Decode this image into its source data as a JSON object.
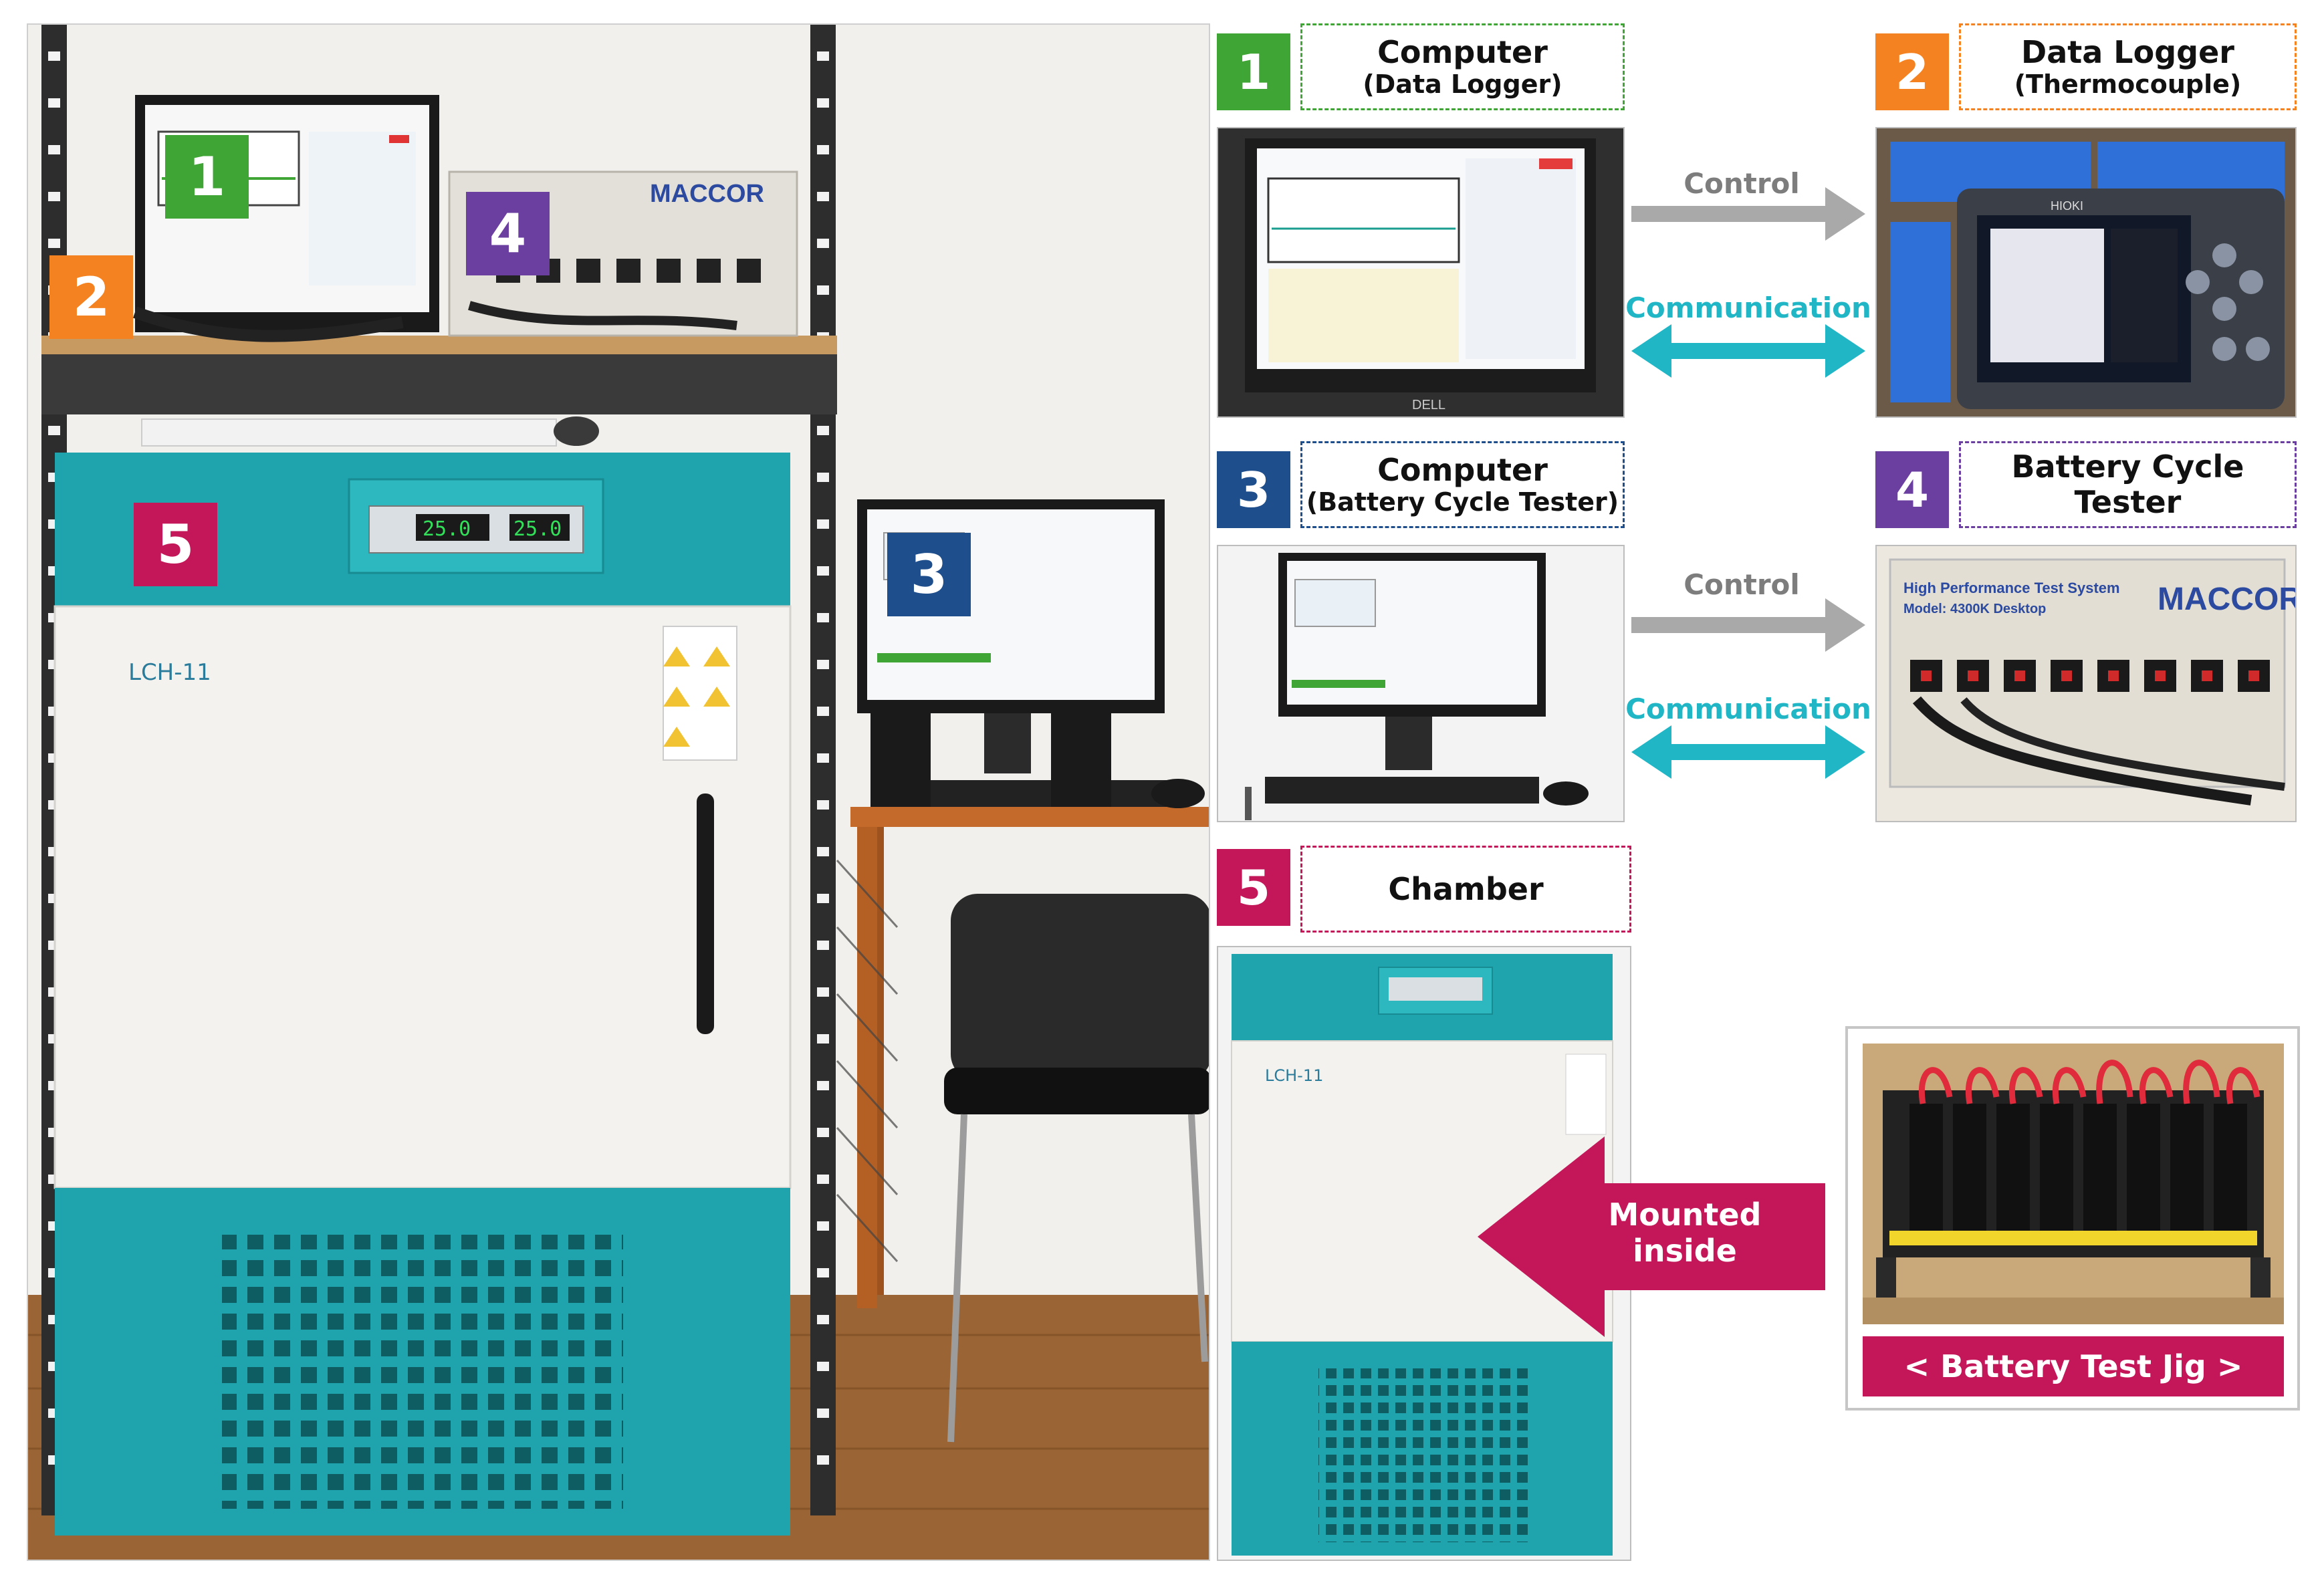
{
  "colors": {
    "green": "#3fa535",
    "orange": "#f58220",
    "navy": "#1f4e8c",
    "purple": "#6b3fa0",
    "crimson": "#c3175a",
    "teal": "#21b6c6",
    "gray_arrow": "#a9a9a9",
    "chamber_teal": "#1fa3ac"
  },
  "badges": [
    "1",
    "2",
    "3",
    "4",
    "5"
  ],
  "panels": {
    "p1": {
      "number": "1",
      "title": "Computer",
      "subtitle": "(Data Logger)"
    },
    "p2": {
      "number": "2",
      "title": "Data Logger",
      "subtitle": "(Thermocouple)"
    },
    "p3": {
      "number": "3",
      "title": "Computer",
      "subtitle": "(Battery Cycle Tester)"
    },
    "p4": {
      "number": "4",
      "title": "Battery Cycle Tester"
    },
    "p5": {
      "number": "5",
      "title": "Chamber"
    }
  },
  "arrows": {
    "top_control": "Control",
    "top_communication": "Communication",
    "mid_control": "Control",
    "mid_communication": "Communication",
    "mounted": "Mounted inside"
  },
  "jig_caption": "< Battery Test Jig >",
  "photo_text": {
    "chamber_model": "LCH-11",
    "chamber_display_1": "25.0",
    "chamber_display_2": "25.0",
    "tester_brand": "MACCOR",
    "tester_header": "High Performance Test System",
    "tester_model": "Model: 4300K Desktop",
    "monitor_brand": "DELL",
    "logger_brand": "HIOKI"
  }
}
